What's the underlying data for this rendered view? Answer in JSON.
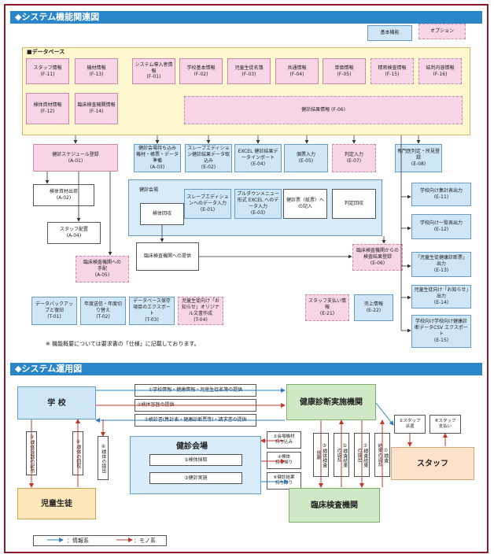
{
  "headers": {
    "system_function": "◆システム機能関連図",
    "system_operation": "◆システム運用図"
  },
  "top_tags": {
    "basic": "基本機能",
    "option": "オプション"
  },
  "database": {
    "label": "■データベース",
    "items": [
      {
        "text": "スタッフ情報\n(F-11)"
      },
      {
        "text": "機材情報\n(F-13)"
      },
      {
        "text": "システム導入者情報\n(F-01)"
      },
      {
        "text": "学校基本情報\n(F-02)"
      },
      {
        "text": "児童生徒名簿\n(F-03)"
      },
      {
        "text": "共通情報\n(F-04)"
      },
      {
        "text": "単価情報\n(F-05)"
      },
      {
        "text": "精密検査情報\n(F-15)"
      },
      {
        "text": "結判内容情報\n(F-16)"
      },
      {
        "text": "検体資材情報\n(F-12)"
      },
      {
        "text": "臨床検査機関情報\n(F-14)"
      },
      {
        "text": "健診結果情報 (F-06)"
      }
    ]
  },
  "functions": {
    "a01": "健診スケジュール登録\n(A-01)",
    "a02": "検体資材出荷\n(A-02)",
    "a04": "スタッフ配置\n(A-04)",
    "a05": "臨床検査機関への\n手配\n(A-05)",
    "a03": "健診会場持ち込み\n機材・帳票・データ準備\n(A-03)",
    "e02": "スレーブエディション健診結果データ取込み\n(E-02)",
    "e04": "EXCEL 健診結果データインポート\n(E-04)",
    "e05": "個票入力\n(E-05)",
    "e07": "判定入力\n(E-07)",
    "e08": "専門医判定・所見登録\n(E-08)",
    "venue_label": "健診会場",
    "collect": "検体回収",
    "e01": "スレーブエディションへのデータ入力\n(E-01)",
    "e03": "プルダウンメニュー形式 EXCEL へのデータ入力\n(E-03)",
    "paper": "健診票（紙票）への記入",
    "judge_collect": "判定回収",
    "provide": "臨床検査機関への提供",
    "e06": "臨床検査機関からの検査結果登録\n(E-06)",
    "t01": "データバックアップと復旧\n(T-01)",
    "t02": "年度送信・年度切り替え\n(T-02)",
    "t03": "データベース保存項目のエクスポート\n(T-03)",
    "t04": "児童生徒向け「お知らせ」オリジナル文書作成\n(T-04)",
    "e21": "スタッフ支払い情報\n(E-21)",
    "e22": "売上情報\n(E-22)",
    "e11": "学校向け集計表出力\n(E-11)",
    "e12": "学校向け一覧表出力\n(E-12)",
    "e13": "「児童生徒健康診断票」出力\n(E-13)",
    "e14": "児童生徒向け「お知らせ」出力\n(E-14)",
    "e15": "学校向け学校向け健康診断データCSV エクスポート\n(E-15)",
    "note": "※ 機能概要については要求書の「仕様」に記載しております。"
  },
  "operation": {
    "school": "学 校",
    "center": "健康診断実施機関",
    "venue": "健診会場",
    "lab": "臨床検査機関",
    "students": "児童生徒",
    "staff": "スタッフ",
    "msg1": "①学校情報・健康情報・児童生徒名簿の提供",
    "msg2": "②検体容器の提供",
    "msg3": "⑦検診書(集計表・健康診断票等)・請求書の提供",
    "v_sample": "⑤検体採取",
    "v_exam": "③健診実施",
    "mid1": "②会場機材\n持ち込み",
    "mid2": "④検体\n持ち帰り",
    "mid3": "⑥健診結果\n持ち帰り",
    "staff_dispatch": "②スタッフ\n派遣",
    "staff_pay": "⑧スタッフ\n支払い",
    "sv1": "③検体容器の配布",
    "sv2": "④検体の回収",
    "sv3": "④検体の提出",
    "cv1": "③検体検査\n依頼",
    "cv2": "⑤検査結果\nの返却",
    "cv3": "⑦検査結果\nの提出",
    "cv4": "⑦検査\n結果の返却"
  },
  "legend": {
    "info": "：情報系",
    "goods": "：モノ系"
  },
  "colors": {
    "frame": "#8b1a2b",
    "header": "#2a86c8",
    "blue": "#cfe6f7",
    "pink": "#f7d4e6",
    "green": "#cfe8c6",
    "orange": "#fde1c9"
  }
}
